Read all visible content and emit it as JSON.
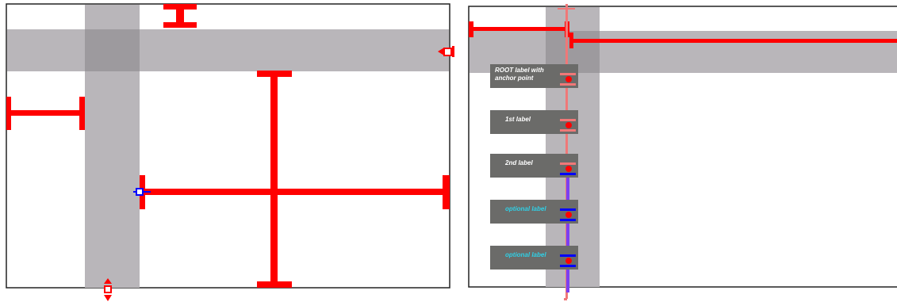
{
  "colors": {
    "band": "#b9b6ba",
    "band_overlap": "#9d9a9e",
    "frame": "#222222",
    "bar": "#ff0000",
    "bar_light": "#f07878",
    "handle_blue": "#0000ff",
    "connector_purple": "#7b3ff2",
    "label_box": "#6b6b69",
    "label_text": "#ffffff",
    "optional_text": "#2fd0e6"
  },
  "right_panel": {
    "labels": [
      {
        "lines": [
          "ROOT label with",
          "anchor point"
        ],
        "kind": "root"
      },
      {
        "lines": [
          "1st label"
        ],
        "kind": "normal"
      },
      {
        "lines": [
          "2nd label"
        ],
        "kind": "normal"
      },
      {
        "lines": [
          "optional label"
        ],
        "kind": "optional"
      },
      {
        "lines": [
          "optional label"
        ],
        "kind": "optional"
      }
    ]
  }
}
